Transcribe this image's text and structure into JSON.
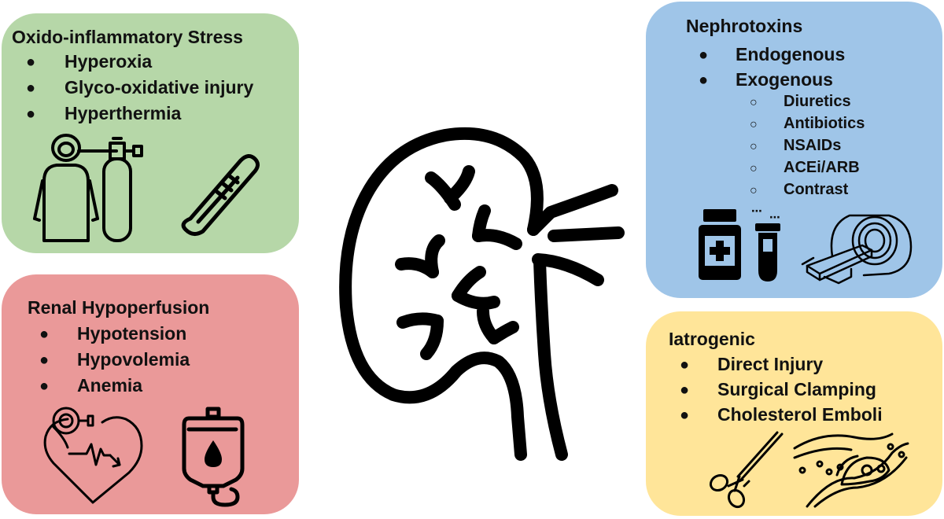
{
  "oxido": {
    "title": "Oxido-inflammatory Stress",
    "items": [
      "Hyperoxia",
      "Glyco-oxidative injury",
      "Hyperthermia"
    ],
    "bullet": "●",
    "color": "#b6d7a8"
  },
  "renal": {
    "title": "Renal Hypoperfusion",
    "items": [
      "Hypotension",
      "Hypovolemia",
      "Anemia"
    ],
    "bullet": "●",
    "color": "#ea9999"
  },
  "nephrotoxins": {
    "title": "Nephrotoxins",
    "items": [
      "Endogenous",
      "Exogenous"
    ],
    "sub_items": [
      "Diuretics",
      "Antibiotics",
      "NSAIDs",
      "ACEi/ARB",
      "Contrast"
    ],
    "bullet": "●",
    "sub_bullet": "○",
    "color": "#9fc5e8"
  },
  "iatrogenic": {
    "title": "Iatrogenic",
    "items": [
      "Direct Injury",
      "Surgical Clamping",
      "Cholesterol Emboli"
    ],
    "bullet": "●",
    "color": "#ffe599"
  },
  "icons": {
    "center": "kidney-icon",
    "oxido": [
      "oxygen-therapy-icon",
      "thermometer-icon"
    ],
    "renal": [
      "heart-rate-icon",
      "iv-blood-bag-icon"
    ],
    "nephrotoxins": [
      "medicine-bottle-icon",
      "test-tube-icon",
      "ct-scanner-icon"
    ],
    "iatrogenic": [
      "surgical-clamp-icon",
      "cholesterol-plaque-icon"
    ]
  }
}
